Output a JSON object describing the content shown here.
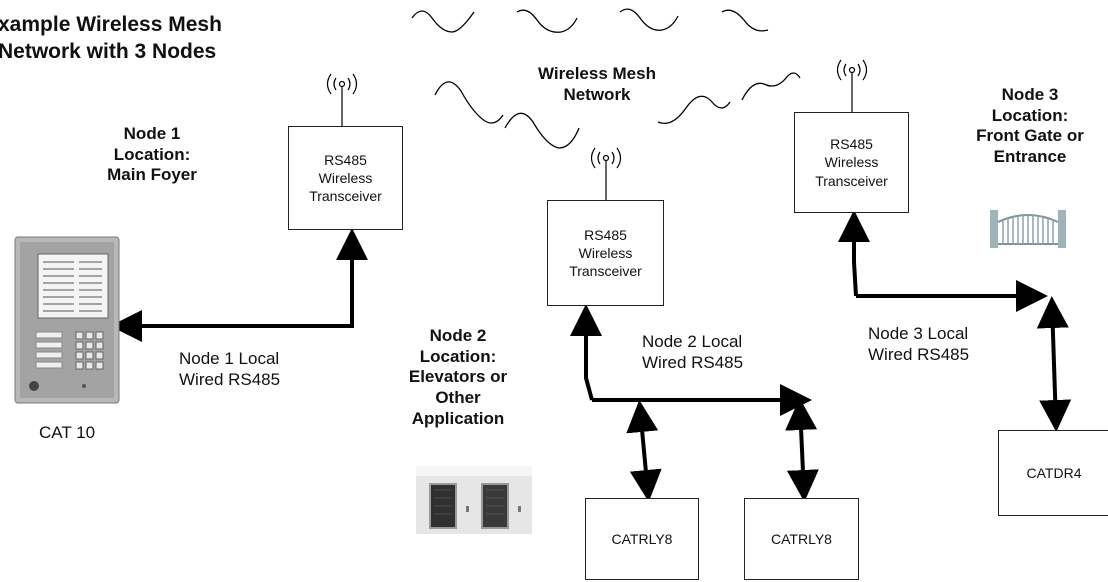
{
  "title": "xample Wireless Mesh\nNetwork with 3 Nodes",
  "mesh_label": "Wireless Mesh\nNetwork",
  "nodes": {
    "node1": "Node 1\nLocation:\nMain Foyer",
    "node2": "Node 2\nLocation:\nElevators or\nOther\nApplication",
    "node3": "Node 3\nLocation:\nFront Gate or\nEntrance"
  },
  "transceiver_label": "RS485\nWireless\nTransceiver",
  "wired_labels": {
    "node1": "Node 1 Local\nWired RS485",
    "node2": "Node 2 Local\nWired RS485",
    "node3": "Node 3 Local\nWired RS485"
  },
  "devices": {
    "cat10": "CAT 10",
    "catrly8_a": "CATRLY8",
    "catrly8_b": "CATRLY8",
    "catdr4": "CATDR4"
  },
  "colors": {
    "line": "#000000",
    "box_border": "#222222",
    "panel": "#a9a9a9"
  }
}
